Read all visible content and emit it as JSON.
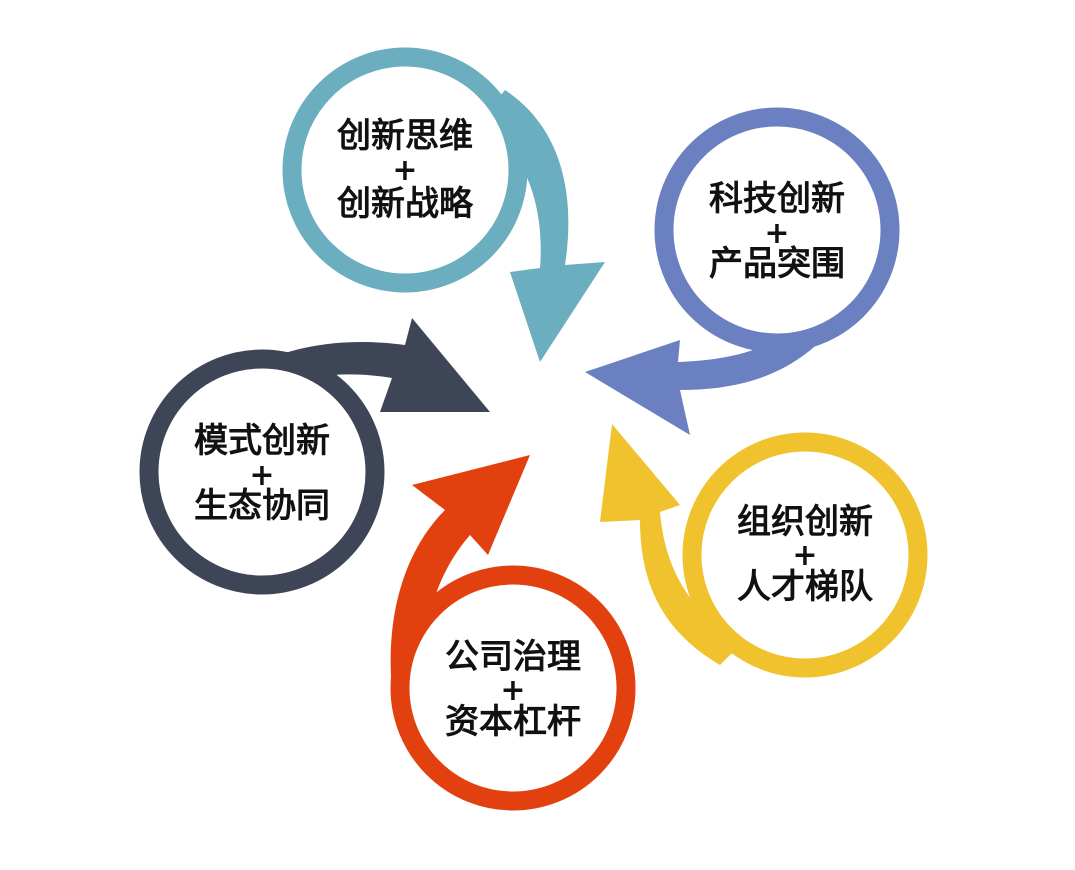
{
  "diagram": {
    "nodes": [
      {
        "id": "strategy",
        "color": "#6aaebf",
        "line1": "创新思维",
        "line2": "+",
        "line3": "创新战略"
      },
      {
        "id": "technology",
        "color": "#6b80c0",
        "line1": "科技创新",
        "line2": "+",
        "line3": "产品突围"
      },
      {
        "id": "talent",
        "color": "#efc22e",
        "line1": "组织创新",
        "line2": "+",
        "line3": "人才梯队"
      },
      {
        "id": "governance",
        "color": "#e3400f",
        "line1": "公司治理",
        "line2": "+",
        "line3": "资本杠杆"
      },
      {
        "id": "model",
        "color": "#3e4557",
        "line1": "模式创新",
        "line2": "+",
        "line3": "生态协同"
      }
    ]
  }
}
